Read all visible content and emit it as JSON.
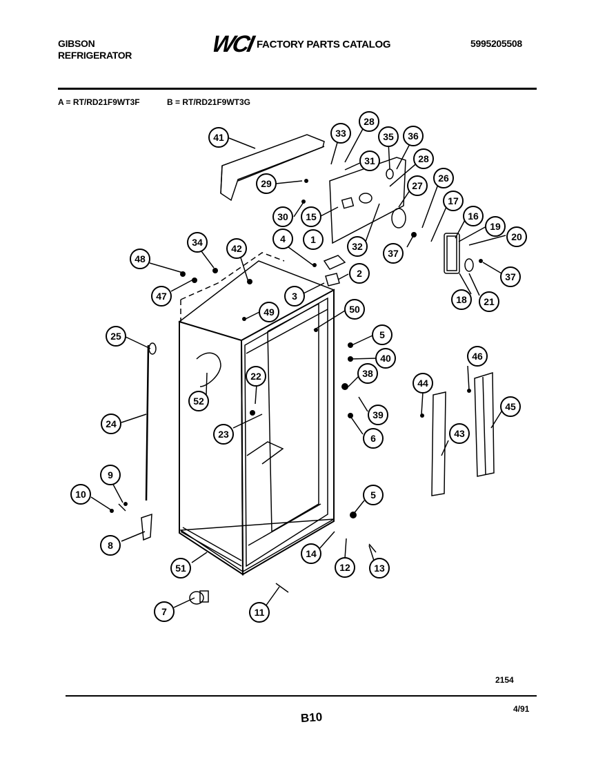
{
  "header": {
    "brand": "GIBSON",
    "product": "REFRIGERATOR",
    "logo": "WCI",
    "catalog_title": "FACTORY PARTS CATALOG",
    "catalog_number": "5995205508"
  },
  "models": {
    "a": "A = RT/RD21F9WT3F",
    "b": "B = RT/RD21F9WT3G"
  },
  "footer": {
    "figure_code": "2154",
    "page": "B10",
    "date": "4/91"
  },
  "callouts": [
    {
      "id": "41",
      "num": "41"
    },
    {
      "id": "33",
      "num": "33"
    },
    {
      "id": "28a",
      "num": "28"
    },
    {
      "id": "35",
      "num": "35"
    },
    {
      "id": "36",
      "num": "36"
    },
    {
      "id": "31",
      "num": "31"
    },
    {
      "id": "28b",
      "num": "28"
    },
    {
      "id": "26",
      "num": "26"
    },
    {
      "id": "29",
      "num": "29"
    },
    {
      "id": "27",
      "num": "27"
    },
    {
      "id": "17",
      "num": "17"
    },
    {
      "id": "30",
      "num": "30"
    },
    {
      "id": "15",
      "num": "15"
    },
    {
      "id": "16",
      "num": "16"
    },
    {
      "id": "19",
      "num": "19"
    },
    {
      "id": "20",
      "num": "20"
    },
    {
      "id": "32",
      "num": "32"
    },
    {
      "id": "37a",
      "num": "37"
    },
    {
      "id": "34",
      "num": "34"
    },
    {
      "id": "42",
      "num": "42"
    },
    {
      "id": "4",
      "num": "4"
    },
    {
      "id": "1",
      "num": "1"
    },
    {
      "id": "48",
      "num": "48"
    },
    {
      "id": "37b",
      "num": "37"
    },
    {
      "id": "2",
      "num": "2"
    },
    {
      "id": "47",
      "num": "47"
    },
    {
      "id": "3",
      "num": "3"
    },
    {
      "id": "18",
      "num": "18"
    },
    {
      "id": "21",
      "num": "21"
    },
    {
      "id": "49",
      "num": "49"
    },
    {
      "id": "50",
      "num": "50"
    },
    {
      "id": "25",
      "num": "25"
    },
    {
      "id": "5a",
      "num": "5"
    },
    {
      "id": "40",
      "num": "40"
    },
    {
      "id": "46",
      "num": "46"
    },
    {
      "id": "22",
      "num": "22"
    },
    {
      "id": "38",
      "num": "38"
    },
    {
      "id": "44",
      "num": "44"
    },
    {
      "id": "52",
      "num": "52"
    },
    {
      "id": "45",
      "num": "45"
    },
    {
      "id": "39",
      "num": "39"
    },
    {
      "id": "24",
      "num": "24"
    },
    {
      "id": "23",
      "num": "23"
    },
    {
      "id": "6",
      "num": "6"
    },
    {
      "id": "43",
      "num": "43"
    },
    {
      "id": "9",
      "num": "9"
    },
    {
      "id": "10",
      "num": "10"
    },
    {
      "id": "5b",
      "num": "5"
    },
    {
      "id": "8",
      "num": "8"
    },
    {
      "id": "14",
      "num": "14"
    },
    {
      "id": "51",
      "num": "51"
    },
    {
      "id": "12",
      "num": "12"
    },
    {
      "id": "13",
      "num": "13"
    },
    {
      "id": "7",
      "num": "7"
    },
    {
      "id": "11",
      "num": "11"
    }
  ]
}
